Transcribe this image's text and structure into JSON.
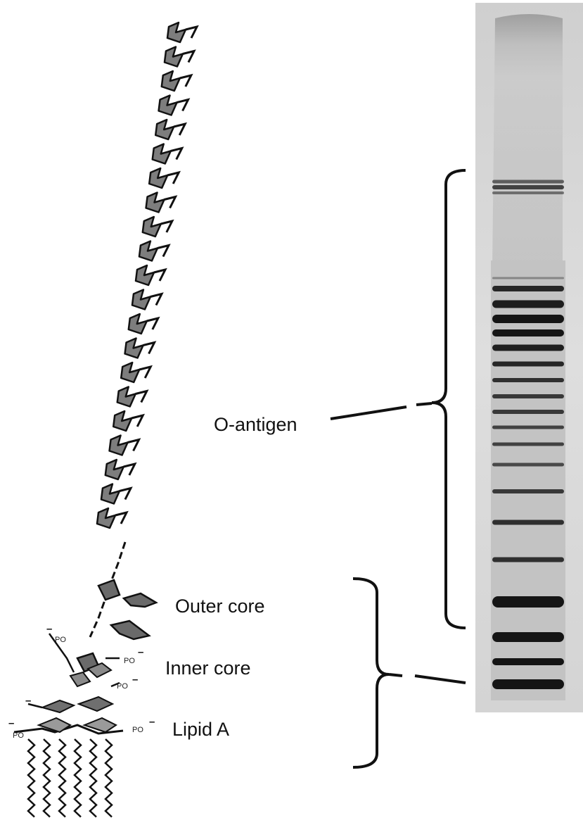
{
  "labels": {
    "o_antigen": "O-antigen",
    "outer_core": "Outer core",
    "inner_core": "Inner core",
    "lipid_a": "Lipid A"
  },
  "phosphate_labels": {
    "p1": "PO",
    "p2": "PO",
    "p3": "PO",
    "p4": "PO",
    "p5": "PO"
  },
  "colors": {
    "sugar_fill": "#7d7d7d",
    "sugar_outline": "#111111",
    "gel_background": "#d9d9d9",
    "gel_band": "#151515",
    "text": "#111111"
  }
}
